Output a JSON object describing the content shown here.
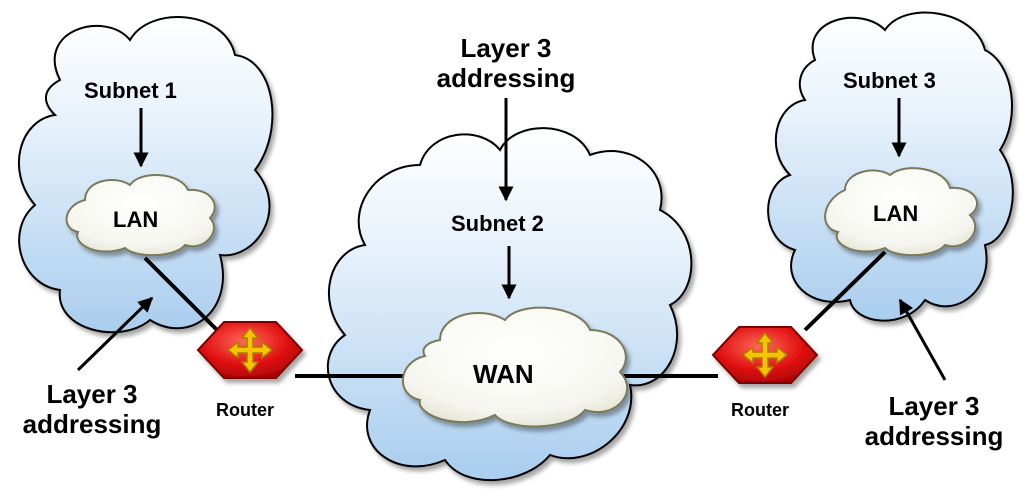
{
  "labels": {
    "subnet1": "Subnet 1",
    "subnet2": "Subnet 2",
    "subnet3": "Subnet 3",
    "lan_left": "LAN",
    "lan_right": "LAN",
    "wan": "WAN",
    "router_left": "Router",
    "router_right": "Router",
    "l3_top_line1": "Layer 3",
    "l3_top_line2": "addressing",
    "l3_left_line1": "Layer 3",
    "l3_left_line2": "addressing",
    "l3_right_line1": "Layer 3",
    "l3_right_line2": "addressing"
  },
  "colors": {
    "cloud_top": "#ffffff",
    "cloud_bottom": "#a9cdee",
    "router_fill": "#e01010",
    "router_arrows": "#f5c400",
    "line": "#000000"
  },
  "icons": {
    "router": "router-icon",
    "cloud": "cloud-icon"
  }
}
